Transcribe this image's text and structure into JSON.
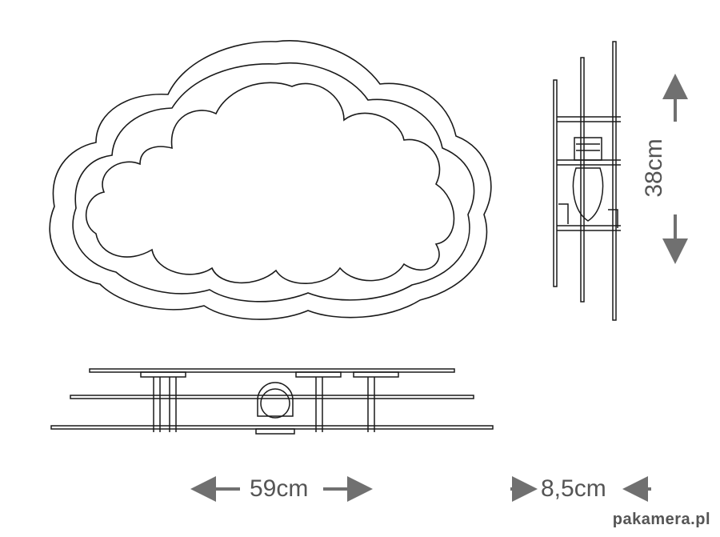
{
  "dimensions": {
    "width": "59cm",
    "depth": "8,5cm",
    "height": "38cm"
  },
  "watermark": "pakamera.pl",
  "colors": {
    "line": "#1a1a1a",
    "arrow": "#707070",
    "text": "#555555"
  }
}
